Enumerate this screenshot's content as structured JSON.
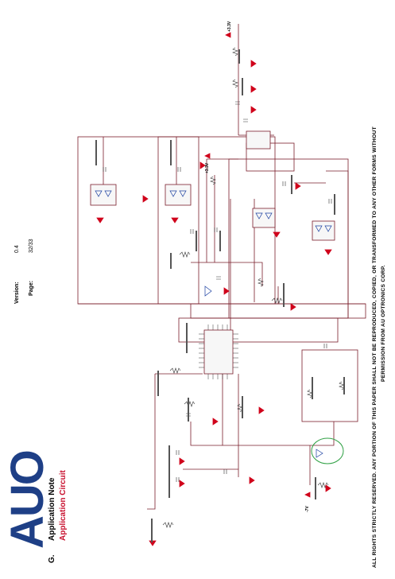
{
  "header": {
    "logo_text": "AUO",
    "section_letter": "G.",
    "section_title": "Application Note",
    "section_subtitle": "Application Circuit",
    "version_label": "Version:",
    "version_value": "0.4",
    "page_label": "Page:",
    "page_value": "32/33"
  },
  "schematic": {
    "supply_labels": [
      "+3.3V",
      "+3.3V",
      "-7V"
    ],
    "highlight_color": "#2ea043",
    "wire_color": "#7a1f2b",
    "ground_color": "#d0021b"
  },
  "footer": {
    "line1": "ALL RIGHTS STRICTLY RESERVED. ANY PORTION OF THIS PAPER SHALL NOT BE REPRODUCED, COPIED, OR TRANSFORMED TO ANY OTHER FORMS WITHOUT",
    "line2": "PERMISSION FROM AU OPTRONICS CORP."
  }
}
